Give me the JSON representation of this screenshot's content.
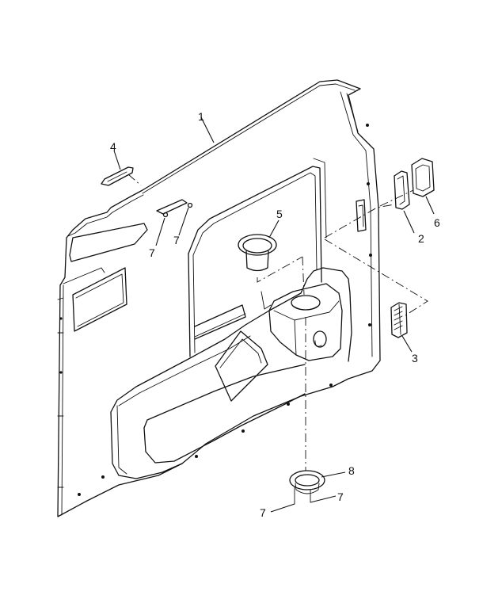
{
  "callouts": {
    "c1": "1",
    "c2": "2",
    "c3": "3",
    "c4": "4",
    "c5": "5",
    "c6": "6",
    "c7a": "7",
    "c7b": "7",
    "c7c": "7",
    "c7d": "7",
    "c8": "8"
  }
}
